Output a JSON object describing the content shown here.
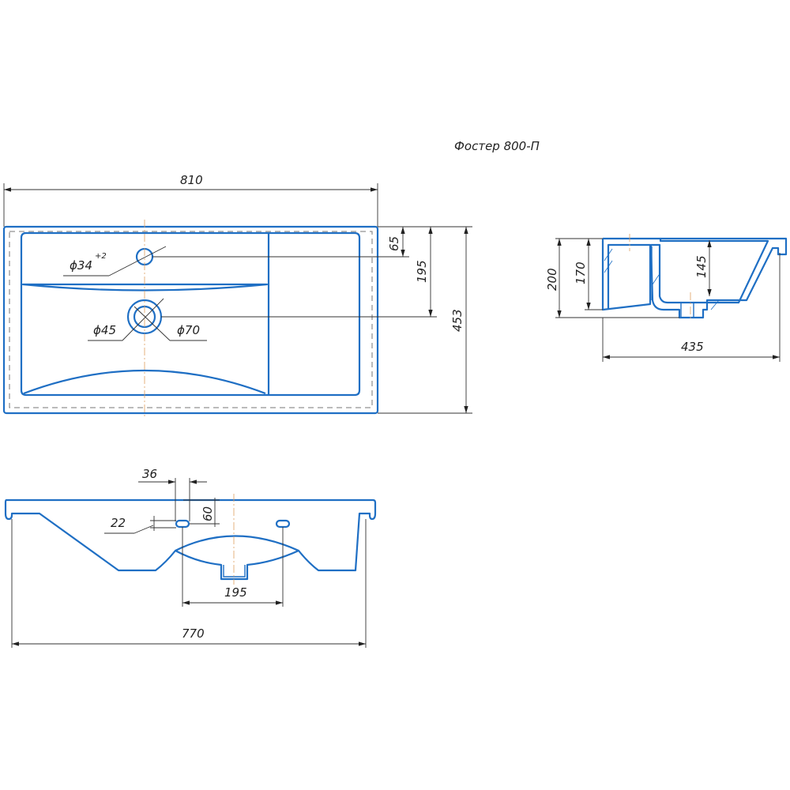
{
  "title": "Фостер 800-П",
  "top_view": {
    "width": "810",
    "hole_tap": "ϕ34",
    "hole_tap_tol": "+2",
    "drain_inner": "ϕ45",
    "drain_outer": "ϕ70",
    "dim_65": "65",
    "dim_195": "195",
    "depth": "453"
  },
  "side_view": {
    "height_total": "200",
    "height_body": "170",
    "bowl_depth": "145",
    "width": "435"
  },
  "front_view": {
    "slot_length": "36",
    "slot_width": "22",
    "slot_offset": "60",
    "slot_spacing": "195",
    "width": "770"
  },
  "colors": {
    "outline": "#1f6fc4",
    "dimension": "#333333",
    "centerline": "#e0a060"
  }
}
